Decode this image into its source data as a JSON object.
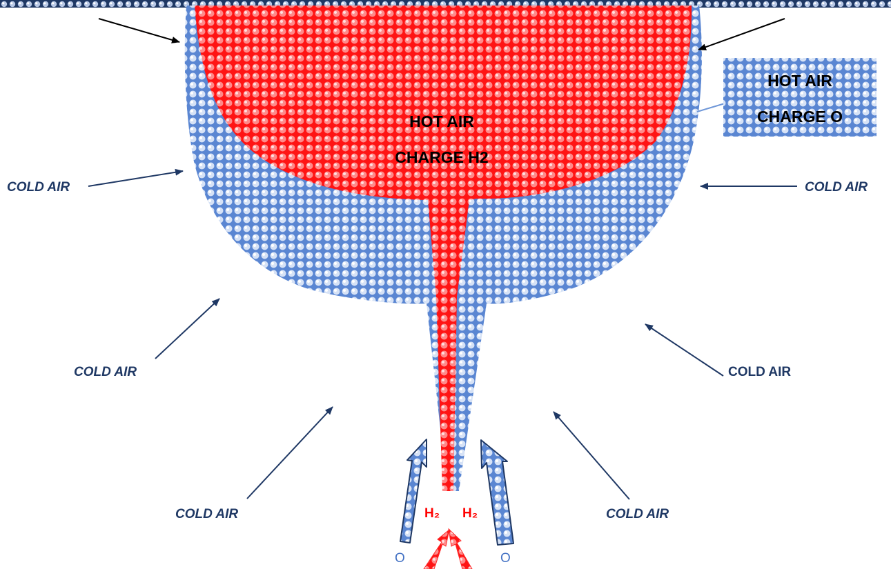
{
  "labels": {
    "hot_air_h2_line1": "HOT AIR",
    "hot_air_h2_line2": "CHARGE H2",
    "hot_air_o_line1": "HOT AIR",
    "hot_air_o_line2": "CHARGE O",
    "cold_air_left_mid": "COLD AIR",
    "cold_air_right_mid": "COLD AIR",
    "cold_air_left_low": "COLD AIR",
    "cold_air_right_low": "COLD AIR",
    "cold_air_left_bottom": "COLD AIR",
    "cold_air_right_bottom": "COLD AIR",
    "h2_left": "H₂",
    "h2_right": "H₂",
    "o_left": "O",
    "o_right": "O"
  },
  "colors": {
    "hot_red": "#ff1a1a",
    "cold_blue": "#6f97d8",
    "navy": "#1f3864",
    "dot_light": "#c9d7f0"
  }
}
